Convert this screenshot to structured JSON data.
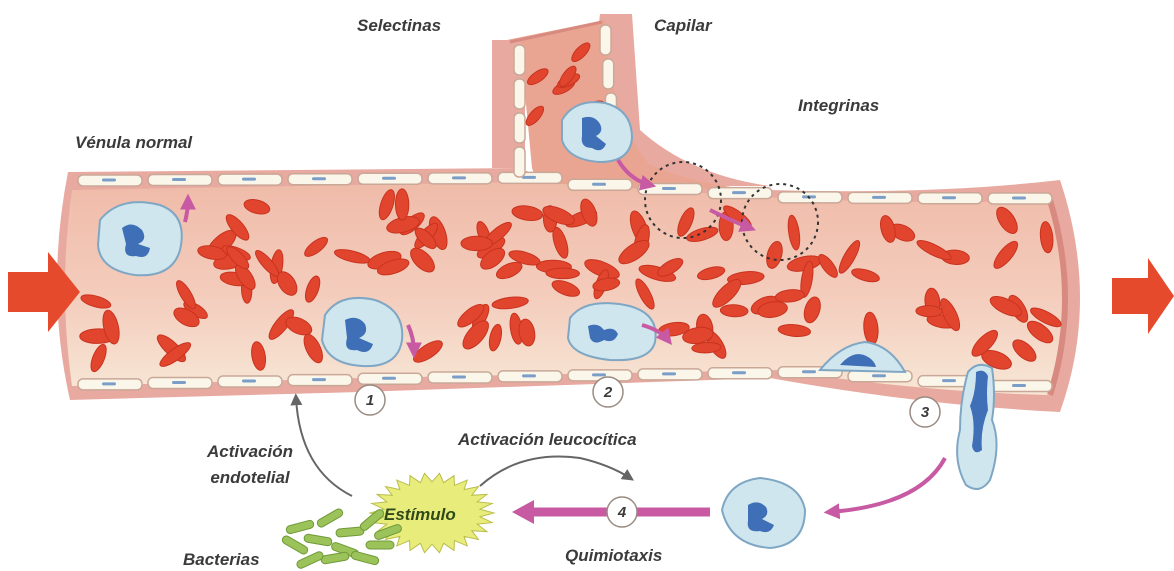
{
  "labels": {
    "selectinas": "Selectinas",
    "capilar": "Capilar",
    "integrinas": "Integrinas",
    "venula_normal": "Vénula normal",
    "activacion_endotelial_line1": "Activación",
    "activacion_endotelial_line2": "endotelial",
    "activacion_leucocitica": "Activación leucocítica",
    "estimulo": "Estímulo",
    "bacterias": "Bacterias",
    "quimiotaxis": "Quimiotaxis"
  },
  "steps": [
    "1",
    "2",
    "3",
    "4"
  ],
  "colors": {
    "vessel_wall": "#e8a9a0",
    "vessel_lumen": "#f2c9b9",
    "plasma_zone": "#f6e4d4",
    "endothelium": "#fbf6ea",
    "rbc": "#e2452e",
    "leukocyte": "#cfe6ee",
    "nucleus": "#3f6fb6",
    "flow_arrow": "#e54a2c",
    "pink_arrow": "#c75aa3",
    "stimulus": "#e8ec7a",
    "bacteria": "#9cc25a",
    "text": "#3b3b3b"
  }
}
